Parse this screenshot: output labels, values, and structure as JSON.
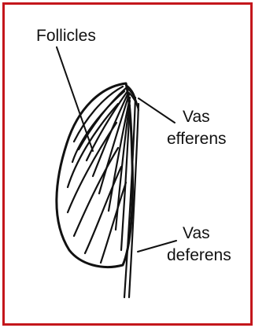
{
  "labels": {
    "follicles": "Follicles",
    "vas_efferens_line1": "Vas",
    "vas_efferens_line2": "efferens",
    "vas_deferens_line1": "Vas",
    "vas_deferens_line2": "deferens"
  },
  "colors": {
    "border": "#c4161c",
    "ink": "#111111",
    "background": "#ffffff"
  }
}
